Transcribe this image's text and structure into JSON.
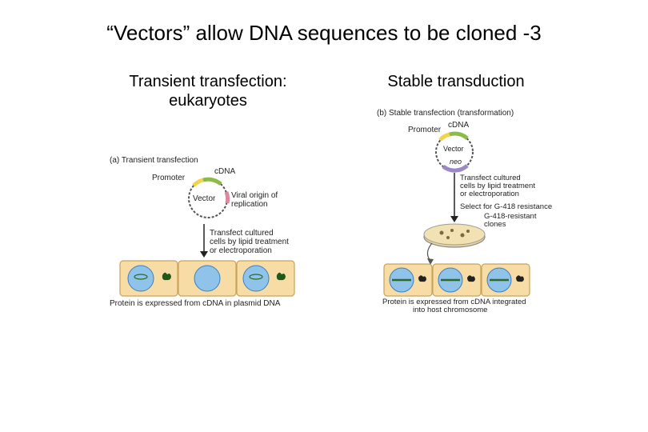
{
  "slide": {
    "title": "“Vectors” allow DNA sequences to be cloned -3"
  },
  "left": {
    "heading_line1": "Transient transfection:",
    "heading_line2": "eukaryotes",
    "panel_label": "(a) Transient transfection",
    "promoter": "Promoter",
    "cdna": "cDNA",
    "vector": "Vector",
    "viral_origin_line1": "Viral origin of",
    "viral_origin_line2": "replication",
    "step_line1": "Transfect cultured",
    "step_line2": "cells by lipid treatment",
    "step_line3": "or electroporation",
    "caption": "Protein is expressed from cDNA in plasmid DNA"
  },
  "right": {
    "heading": "Stable transduction",
    "panel_label": "(b) Stable transfection (transformation)",
    "promoter": "Promoter",
    "cdna": "cDNA",
    "vector": "Vector",
    "neo": "neo",
    "step1_line1": "Transfect cultured",
    "step1_line2": "cells by lipid treatment",
    "step1_line3": "or electroporation",
    "step2": "Select for G-418 resistance",
    "clones_line1": "G-418-resistant",
    "clones_line2": "clones",
    "caption_line1": "Protein is expressed from cDNA integrated",
    "caption_line2": "into host chromosome"
  },
  "colors": {
    "cell_fill": "#f7dca6",
    "cell_border": "#c9a25a",
    "nucleus_fill": "#8fc3ea",
    "nucleus_border": "#3b7fc2",
    "protein": "#1f5a1a",
    "promoter_segment": "#f3d34a",
    "cdna_segment": "#8dbb4a",
    "ori_segment": "#d98aa0",
    "neo_segment": "#9b88c6",
    "dish": "#e8d49a"
  }
}
